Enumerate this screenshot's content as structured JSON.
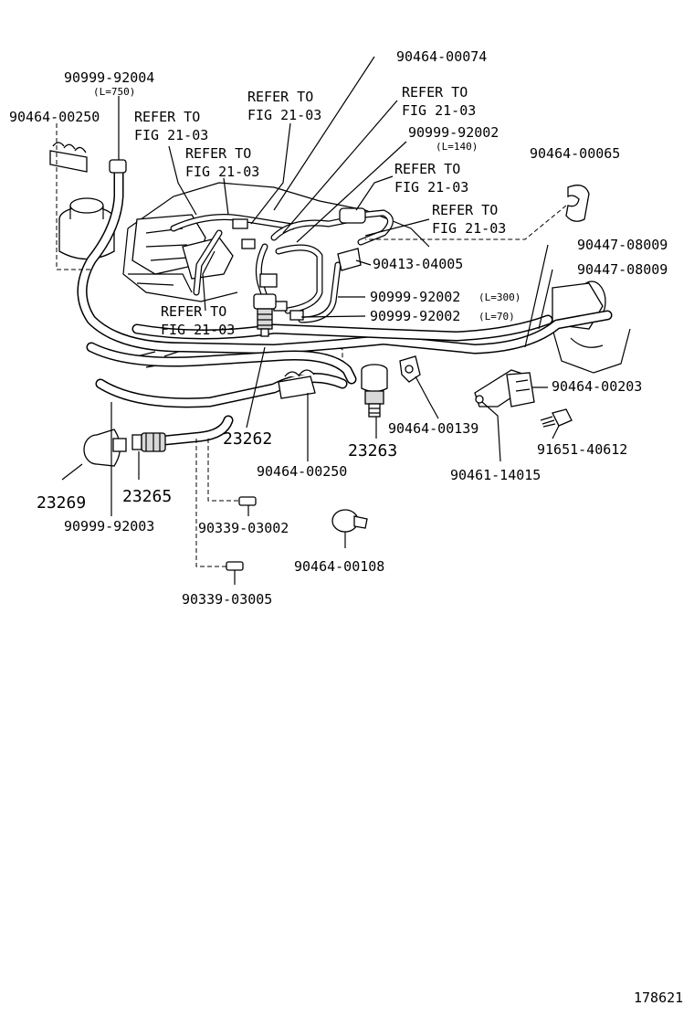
{
  "labels": {
    "p_90999_92004": "90999-92004",
    "p_90999_92004_len": "(L=750)",
    "p_90464_00250_a": "90464-00250",
    "refer_a_1": "REFER TO",
    "refer_a_2": "FIG 21-03",
    "refer_b_1": "REFER TO",
    "refer_b_2": "FIG 21-03",
    "refer_c_1": "REFER TO",
    "refer_c_2": "FIG 21-03",
    "p_90464_00074": "90464-00074",
    "refer_d_1": "REFER TO",
    "refer_d_2": "FIG 21-03",
    "p_90999_92002_a": "90999-92002",
    "p_90999_92002_a_len": "(L=140)",
    "p_90464_00065": "90464-00065",
    "refer_e_1": "REFER TO",
    "refer_e_2": "FIG 21-03",
    "refer_f_1": "REFER TO",
    "refer_f_2": "FIG 21-03",
    "p_90447_08009_a": "90447-08009",
    "p_90413_04005": "90413-04005",
    "p_90447_08009_b": "90447-08009",
    "p_90999_92002_b": "90999-92002",
    "p_90999_92002_b_len": "(L=300)",
    "refer_g_1": "REFER TO",
    "refer_g_2": "FIG 21-03",
    "p_90999_92002_c": "90999-92002",
    "p_90999_92002_c_len": "(L=70)",
    "p_90464_00203": "90464-00203",
    "p_23262": "23262",
    "p_90464_00139": "90464-00139",
    "p_23263": "23263",
    "p_91651_40612": "91651-40612",
    "p_90464_00250_b": "90464-00250",
    "p_90461_14015": "90461-14015",
    "p_23269": "23269",
    "p_23265": "23265",
    "p_90999_92003": "90999-92003",
    "p_90339_03002": "90339-03002",
    "p_90464_00108": "90464-00108",
    "p_90339_03005": "90339-03005",
    "figure_number": "178621"
  }
}
